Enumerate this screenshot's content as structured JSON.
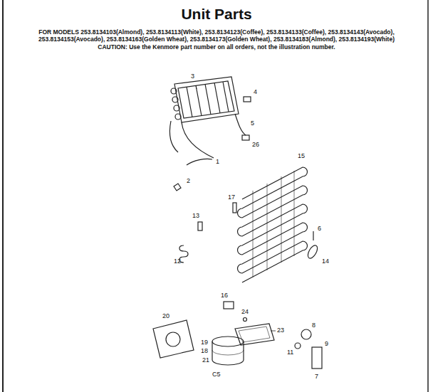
{
  "diagram": {
    "title": "Unit Parts",
    "labels": [
      "FOR MODELS 253.8134103(Almond), 253.8134113(White), 253.8134123(Coffee), 253.8134133(Coffee), 253.8134143(Avocado), 253.8134153(Avocado), 253.8134163(Golden Wheat), 253.8134173(Golden Wheat), 253.8134183(Almond), 253.8134193(White)",
      "CAUTION: Use the Kenmore part number on all orders, not the illustration number.",
      "3",
      "4",
      "5",
      "26",
      "1",
      "2",
      "15",
      "17",
      "13",
      "6",
      "14",
      "12",
      "16",
      "24",
      "23",
      "20",
      "19",
      "18",
      "21",
      "8",
      "9",
      "11",
      "7",
      "C5"
    ]
  }
}
